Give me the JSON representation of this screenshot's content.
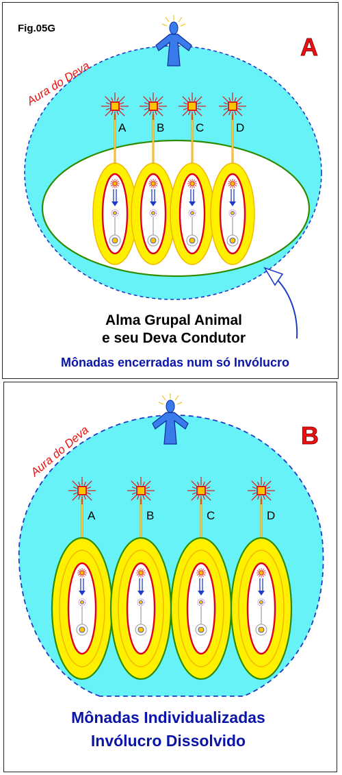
{
  "figure": {
    "fig_label": "Fig.05G",
    "colors": {
      "aura": "#66F2F7",
      "aura_edge": "#1E3BC8",
      "sheath": "#FFF000",
      "sheath_edge": "#F2B800",
      "group_envelope": "#2E8B00",
      "soul_edge": "#E0001B",
      "monad_rays": "#D81B1B",
      "monad_core": "#FFC400",
      "deva": "#3A7BEB",
      "caption_blue": "#0A14A8",
      "letter_red": "#EE1010"
    }
  },
  "panel_a": {
    "letter": "A",
    "aura_label": "Aura do Deva",
    "monad_labels": [
      "A",
      "B",
      "C",
      "D"
    ],
    "caption_line1": "Alma  Grupal  Animal",
    "caption_line2": "e seu Deva Condutor",
    "caption_blue": "Mônadas encerradas num só Invólucro"
  },
  "panel_b": {
    "letter": "B",
    "aura_label": "Aura do Deva",
    "monad_labels": [
      "A",
      "B",
      "C",
      "D"
    ],
    "caption_line1": "Mônadas Individualizadas",
    "caption_line2": "Invólucro Dissolvido"
  }
}
